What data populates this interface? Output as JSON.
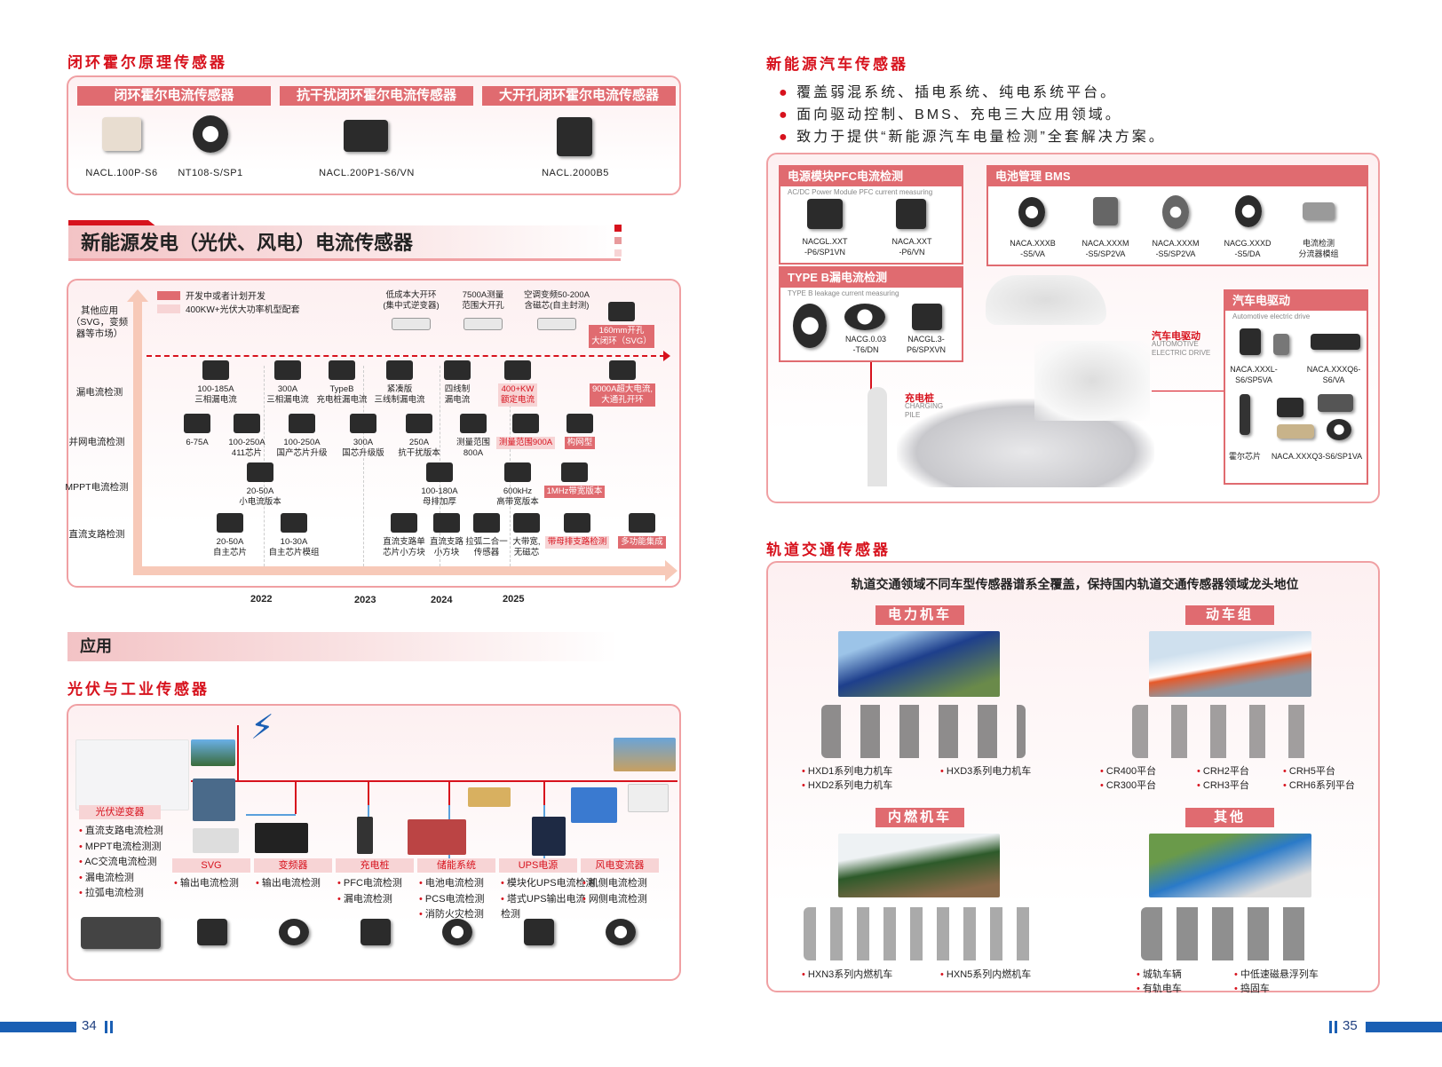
{
  "left_page": {
    "closed_loop": {
      "title": "闭环霍尔原理传感器",
      "headers": [
        "闭环霍尔电流传感器",
        "抗干扰闭环霍尔电流传感器",
        "大开孔闭环霍尔电流传感器"
      ],
      "products": [
        "NACL.100P-S6",
        "NT108-S/SP1",
        "NACL.200P1-S6/VN",
        "NACL.2000B5"
      ]
    },
    "banner": "新能源发电（光伏、风电）电流传感器",
    "timeline": {
      "legend": [
        "开发中或者计划开发",
        "400KW+光伏大功率机型配套"
      ],
      "rows": [
        "其他应用（SVG，变频器等市场）",
        "漏电流检测",
        "并网电流检测",
        "MPPT电流检测",
        "直流支路检测"
      ],
      "years": [
        "2022",
        "2023",
        "2024",
        "2025"
      ],
      "items": [
        {
          "text": "低成本大开环\n(集中式逆变器)",
          "style": ""
        },
        {
          "text": "7500A测量\n范围大开孔",
          "style": ""
        },
        {
          "text": "空调变频50-200A\n含磁芯(自主封测)",
          "style": ""
        },
        {
          "text": "160mm开孔\n大闭环（SVG）",
          "style": "red"
        },
        {
          "text": "100-185A\n三相漏电流",
          "style": ""
        },
        {
          "text": "300A\n三相漏电流",
          "style": ""
        },
        {
          "text": "TypeB\n充电桩漏电流",
          "style": ""
        },
        {
          "text": "紧凑版\n三线制漏电流",
          "style": ""
        },
        {
          "text": "四线制\n漏电流",
          "style": ""
        },
        {
          "text": "400+KW\n额定电流",
          "style": "pink"
        },
        {
          "text": "9000A超大电流,\n大通孔开环",
          "style": "red"
        },
        {
          "text": "6-75A",
          "style": ""
        },
        {
          "text": "100-250A\n411芯片",
          "style": ""
        },
        {
          "text": "100-250A\n国产芯片升级",
          "style": ""
        },
        {
          "text": "300A\n国芯升级版",
          "style": ""
        },
        {
          "text": "250A\n抗干扰版本",
          "style": ""
        },
        {
          "text": "测量范围\n800A",
          "style": ""
        },
        {
          "text": "测量范围900A",
          "style": "pink"
        },
        {
          "text": "构网型",
          "style": "red"
        },
        {
          "text": "20-50A\n小电流版本",
          "style": ""
        },
        {
          "text": "100-180A\n母排加厚",
          "style": ""
        },
        {
          "text": "600kHz\n高带宽版本",
          "style": ""
        },
        {
          "text": "1MHz带宽版本",
          "style": "red"
        },
        {
          "text": "20-50A\n自主芯片",
          "style": ""
        },
        {
          "text": "10-30A\n自主芯片模组",
          "style": ""
        },
        {
          "text": "直流支路单\n芯片小方块",
          "style": ""
        },
        {
          "text": "直流支路\n小方块",
          "style": ""
        },
        {
          "text": "拉弧二合一\n传感器",
          "style": ""
        },
        {
          "text": "大带宽,\n无磁芯",
          "style": ""
        },
        {
          "text": "带母排支路检测",
          "style": "pink"
        },
        {
          "text": "多功能集成",
          "style": "red"
        }
      ]
    },
    "application": {
      "bar": "应用",
      "title": "光伏与工业传感器",
      "pv": {
        "label": "光伏逆变器",
        "items": [
          "直流支路电流检测",
          "MPPT电流检测测",
          "AC交流电流检测",
          "漏电流检测",
          "拉弧电流检测"
        ]
      },
      "columns": [
        {
          "label": "SVG",
          "items": [
            "输出电流检测"
          ]
        },
        {
          "label": "变频器",
          "items": [
            "输出电流检测"
          ]
        },
        {
          "label": "充电桩",
          "items": [
            "PFC电流检测",
            "漏电流检测"
          ]
        },
        {
          "label": "储能系统",
          "items": [
            "电池电流检测",
            "PCS电流检测",
            "消防火灾检测"
          ]
        },
        {
          "label": "UPS电源",
          "items": [
            "模块化UPS电流检测",
            "塔式UPS输出电流\n检测"
          ]
        },
        {
          "label": "风电变流器",
          "items": [
            "机侧电流检测",
            "网侧电流检测"
          ]
        }
      ]
    },
    "page_number": "34"
  },
  "right_page": {
    "nev": {
      "title": "新能源汽车传感器",
      "bullets": [
        "覆盖弱混系统、插电系统、纯电系统平台。",
        "面向驱动控制、BMS、充电三大应用领域。",
        "致力于提供“新能源汽车电量检测”全套解决方案。"
      ],
      "pfc": {
        "title": "电源模块PFC电流检测",
        "subtitle": "AC/DC Power Module PFC current measuring",
        "products": [
          "NACGL.XXT\n-P6/SP1VN",
          "NACA.XXT\n-P6/VN"
        ]
      },
      "typeb": {
        "title": "TYPE B漏电流检测",
        "subtitle": "TYPE B leakage current measuring",
        "products": [
          "NACG.0.03\n-T6/DN",
          "NACGL.3-\nP6/SPXVN"
        ]
      },
      "bms": {
        "title": "电池管理 BMS",
        "products": [
          "NACA.XXXB\n-S5/VA",
          "NACA.XXXM\n-S5/SP2VA",
          "NACA.XXXM\n-S5/SP2VA",
          "NACG.XXXD\n-S5/DA",
          "电流检测\n分流器模组"
        ]
      },
      "drive": {
        "title": "汽车电驱动",
        "subtitle": "Automotive electric drive",
        "products": [
          "NACA.XXXL-\nS6/SP5VA",
          "NACA.XXXQ6-\nS6/VA",
          "霍尔芯片",
          "NACA.XXXQ3-S6/SP1VA"
        ]
      },
      "callout_drive": {
        "cn": "汽车电驱动",
        "en": "AUTOMOTIVE\nELECTRIC DRIVE"
      },
      "callout_pile": {
        "cn": "充电桩",
        "en": "CHARGING\nPILE"
      }
    },
    "rail": {
      "title": "轨道交通传感器",
      "subtitle": "轨道交通领域不同车型传感器谱系全覆盖，保持国内轨道交通传感器领域龙头地位",
      "groups": [
        {
          "label": "电力机车",
          "items": [
            "HXD1系列电力机车",
            "HXD2系列电力机车",
            "HXD3系列电力机车"
          ]
        },
        {
          "label": "动车组",
          "items": [
            "CR400平台",
            "CR300平台",
            "CRH2平台",
            "CRH3平台",
            "CRH5平台",
            "CRH6系列平台"
          ]
        },
        {
          "label": "内燃机车",
          "items": [
            "HXN3系列内燃机车",
            "HXN5系列内燃机车"
          ]
        },
        {
          "label": "其他",
          "items": [
            "城轨车辆",
            "有轨电车",
            "中低速磁悬浮列车",
            "捣固车"
          ]
        }
      ]
    },
    "page_number": "35"
  },
  "colors": {
    "accent": "#d7121d",
    "header": "#e06b70",
    "pink": "#f7d4d5",
    "blue": "#1a5fb4"
  }
}
